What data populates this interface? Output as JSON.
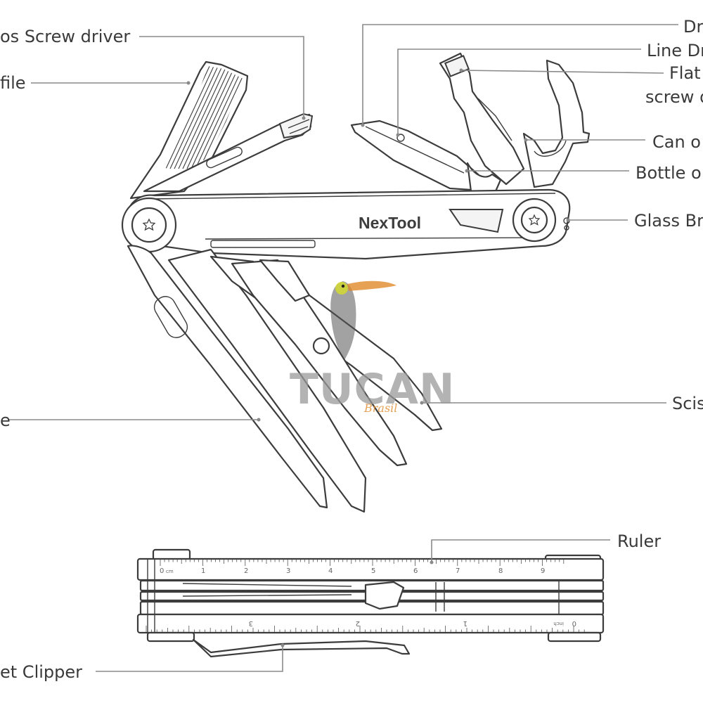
{
  "brand": "NexTool",
  "callouts": {
    "phillips_screwdriver": "os Screw driver",
    "file": "file",
    "drill": "Dr",
    "line_drill": "Line Dr",
    "flat_screwdriver_1": "Flat",
    "flat_screwdriver_2": "screw d",
    "can_opener": "Can o",
    "bottle_opener": "Bottle o",
    "glass_breaker": "Glass Br",
    "scissors": "Scis",
    "knife": "e",
    "ruler": "Ruler",
    "pocket_clipper": "et Clipper"
  },
  "ruler": {
    "top_numbers": [
      "0",
      "1",
      "2",
      "3",
      "4",
      "5",
      "6",
      "7",
      "8",
      "9"
    ],
    "top_unit": "cm",
    "bottom_numbers": [
      "3",
      "2",
      "1",
      "0"
    ],
    "bottom_unit": "inch"
  },
  "watermark": {
    "text": "TUCAN",
    "sub": "Brasil"
  },
  "colors": {
    "outline": "#3c3c3c",
    "leader": "#8a8a8a",
    "watermark_accent": "#e08a2a"
  }
}
